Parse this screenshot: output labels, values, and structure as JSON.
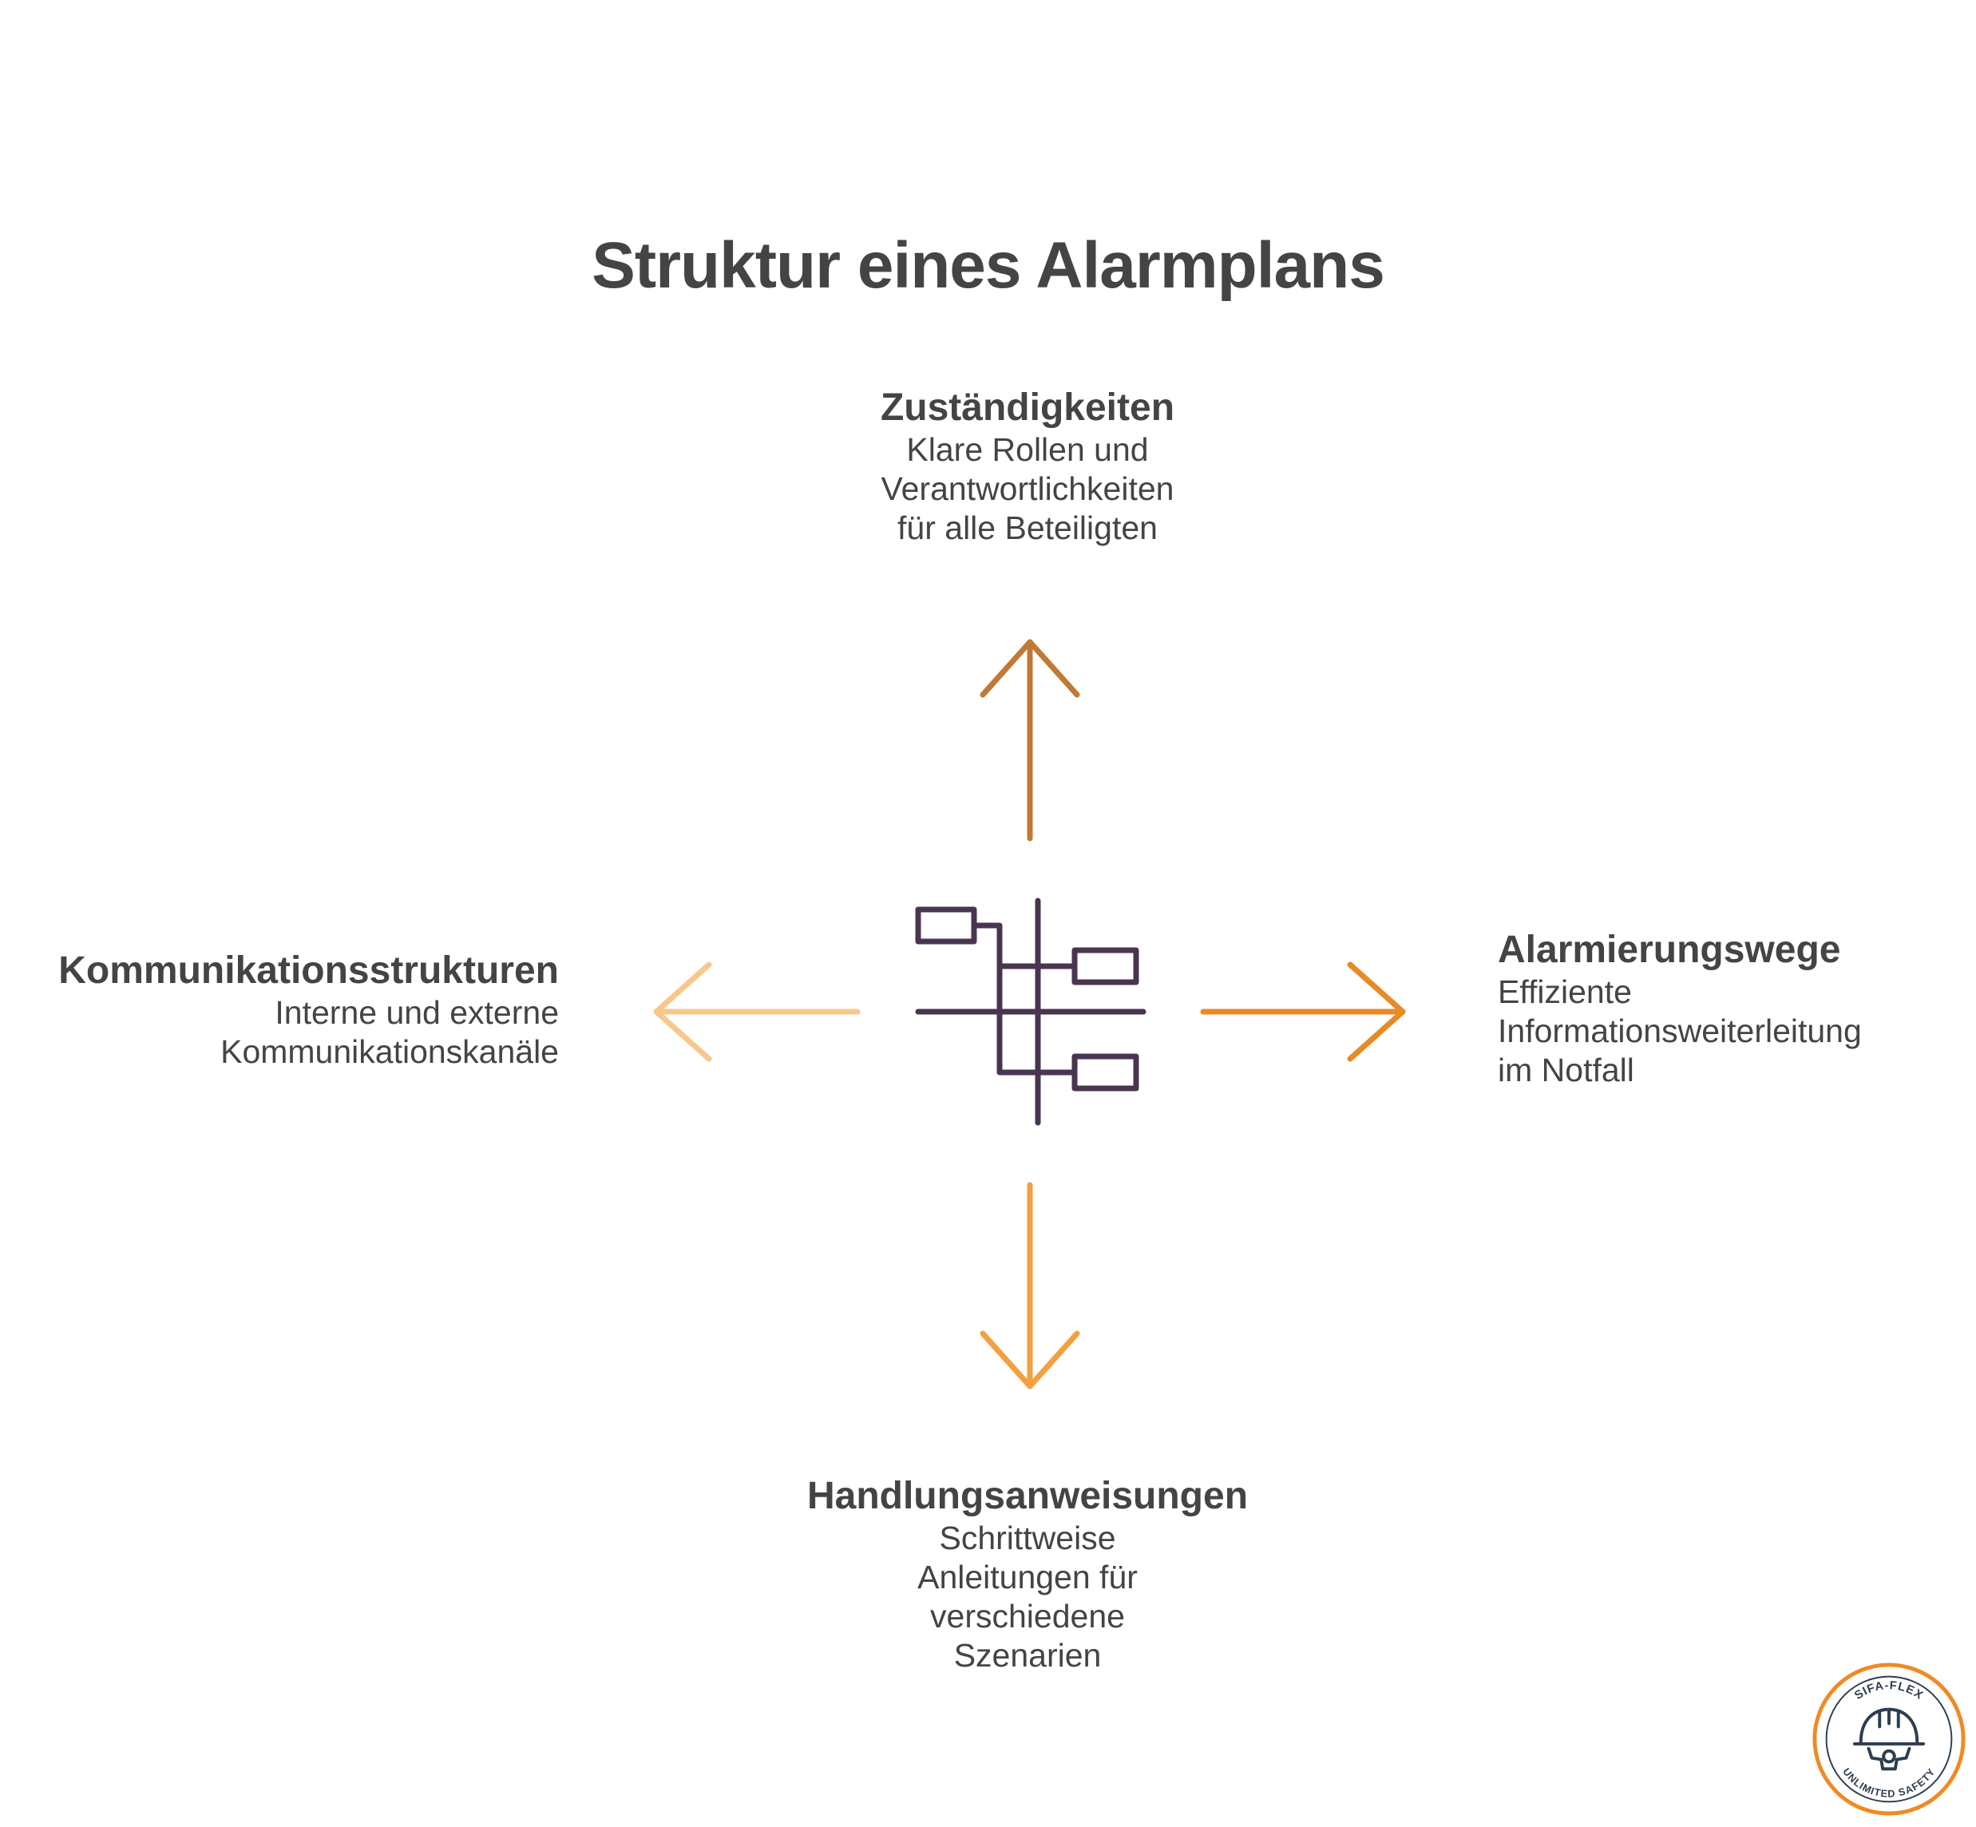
{
  "title": "Struktur eines Alarmplans",
  "colors": {
    "text": "#444444",
    "center_icon": "#4a3550",
    "arrow_top": "#c07a35",
    "arrow_right": "#e88a25",
    "arrow_bottom": "#f2a040",
    "arrow_left": "#f8c88a",
    "logo_ring": "#f08a24",
    "logo_ink": "#2d3e50"
  },
  "icons": {
    "center": "hierarchy-structure-icon",
    "logo": "safety-helmet-gear-logo"
  },
  "blocks": {
    "top": {
      "heading": "Zuständigkeiten",
      "desc": "Klare Rollen und\nVerantwortlichkeiten\nfür alle Beteiligten"
    },
    "right": {
      "heading": "Alarmierungswege",
      "desc": "Effiziente\nInformationsweiterleitung\nim Notfall"
    },
    "bottom": {
      "heading": "Handlungsanweisungen",
      "desc": "Schrittweise\nAnleitungen für\nverschiedene\nSzenarien"
    },
    "left": {
      "heading": "Kommunikationsstrukturen",
      "desc": "Interne und externe\nKommunikationskanäle"
    }
  },
  "logo": {
    "top_text": "SIFA-FLEX",
    "bottom_text": "UNLIMITED SAFETY"
  }
}
